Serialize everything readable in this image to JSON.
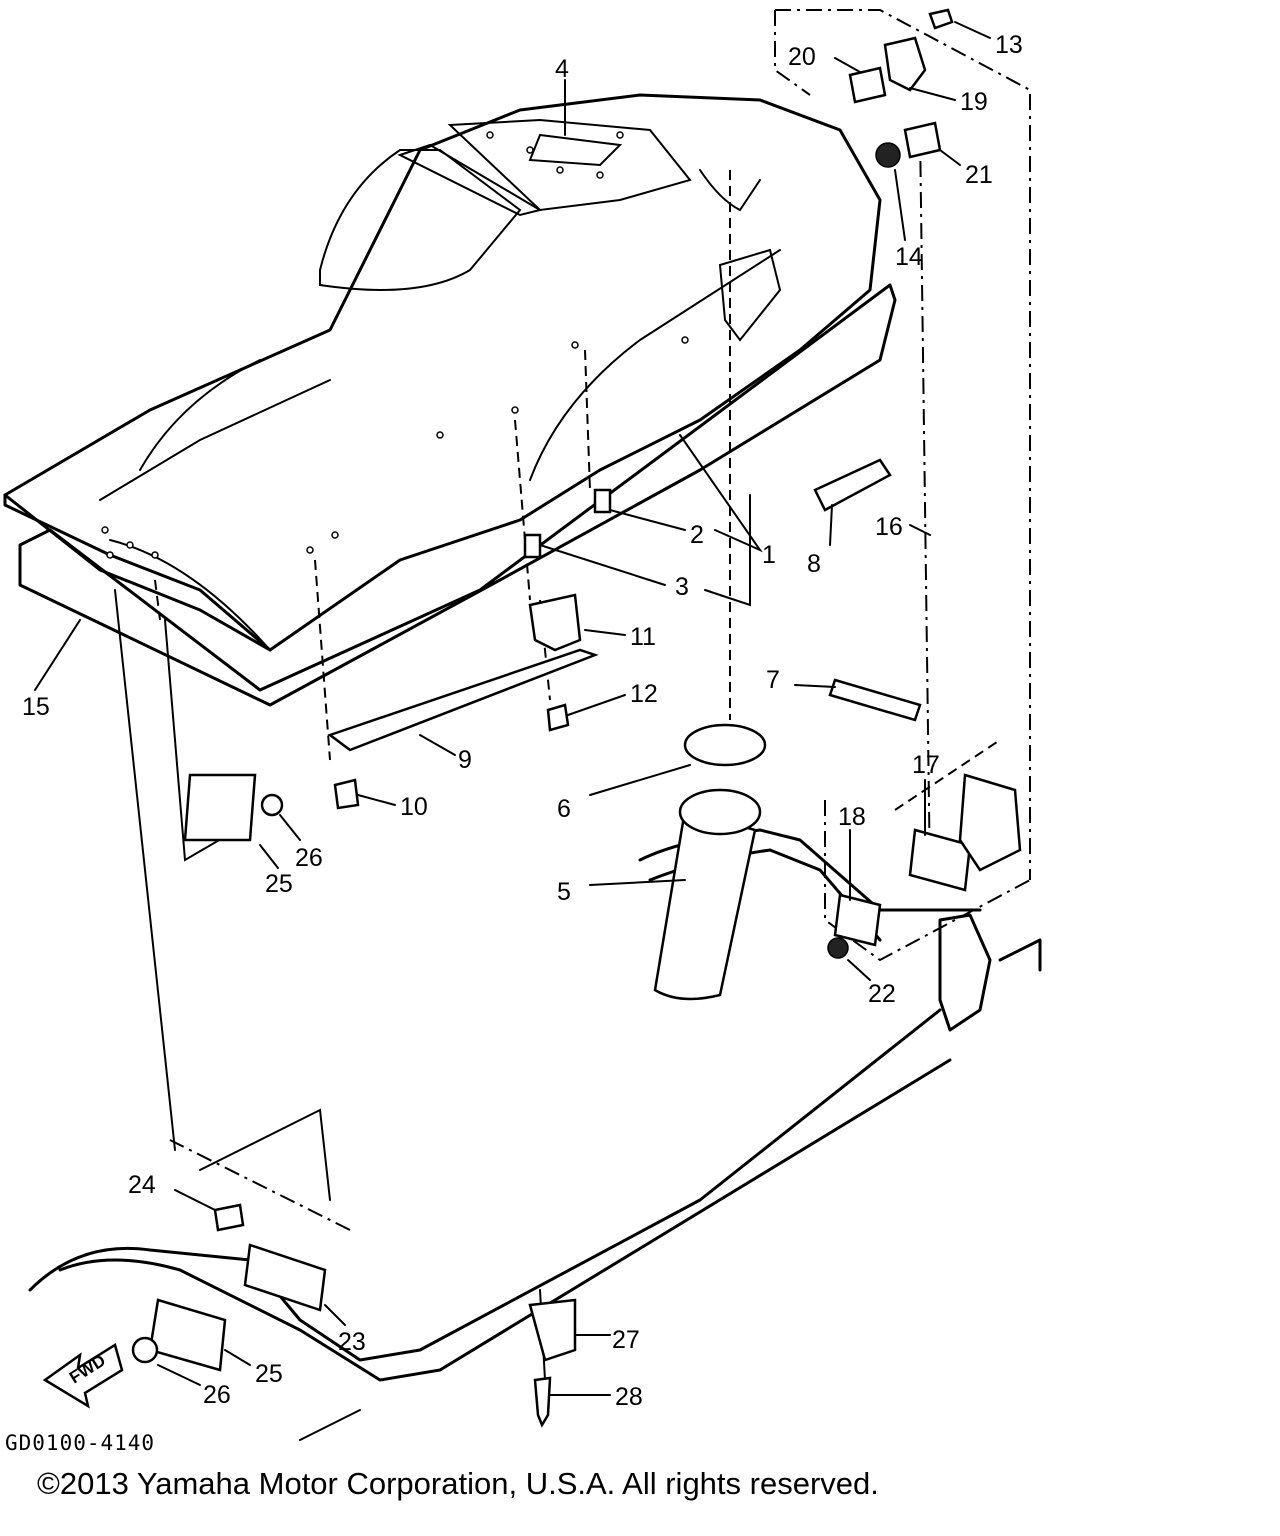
{
  "diagram": {
    "callouts": [
      "1",
      "2",
      "3",
      "4",
      "5",
      "6",
      "7",
      "8",
      "9",
      "10",
      "11",
      "12",
      "13",
      "14",
      "15",
      "16",
      "17",
      "18",
      "19",
      "20",
      "21",
      "22",
      "23",
      "24",
      "25",
      "25",
      "26",
      "26",
      "27",
      "28"
    ],
    "direction_label": "FWD",
    "reference_code": "GD0100-4140"
  },
  "footer": {
    "copyright": "©2013 Yamaha Motor Corporation, U.S.A. All rights reserved."
  }
}
